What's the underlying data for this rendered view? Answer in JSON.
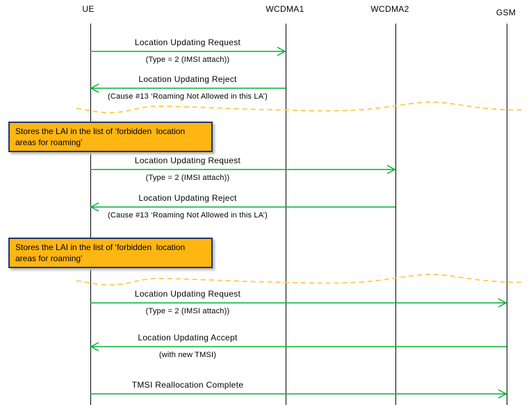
{
  "diagram": {
    "participants": [
      {
        "id": "UE",
        "label": "UE"
      },
      {
        "id": "WCDMA1",
        "label": "WCDMA1"
      },
      {
        "id": "WCDMA2",
        "label": "WCDMA2"
      },
      {
        "id": "GSM",
        "label": "GSM"
      }
    ],
    "events": [
      {
        "type": "message",
        "from": "UE",
        "to": "WCDMA1",
        "label": "Location Updating Request",
        "sublabel": "(Type = 2 (IMSI attach))"
      },
      {
        "type": "message",
        "from": "WCDMA1",
        "to": "UE",
        "label": "Location Updating Reject",
        "sublabel": "(Cause #13 ‘Roaming Not Allowed in this LA’)"
      },
      {
        "type": "separator"
      },
      {
        "type": "note",
        "text": "Stores the LAI in the list of ‘forbidden  location\nareas for roaming’"
      },
      {
        "type": "message",
        "from": "UE",
        "to": "WCDMA2",
        "label": "Location Updating Request",
        "sublabel": "(Type = 2 (IMSI attach))"
      },
      {
        "type": "message",
        "from": "WCDMA2",
        "to": "UE",
        "label": "Location Updating Reject",
        "sublabel": "(Cause #13 ‘Roaming Not Allowed in this LA’)"
      },
      {
        "type": "note",
        "text": "Stores the LAI in the list of ‘forbidden  location\nareas for roaming’"
      },
      {
        "type": "separator"
      },
      {
        "type": "message",
        "from": "UE",
        "to": "GSM",
        "label": "Location Updating Request",
        "sublabel": "(Type = 2 (IMSI attach))"
      },
      {
        "type": "message",
        "from": "GSM",
        "to": "UE",
        "label": "Location Updating Accept",
        "sublabel": "(with new TMSI)"
      },
      {
        "type": "message",
        "from": "UE",
        "to": "GSM",
        "label": "TMSI Reallocation  Complete"
      }
    ],
    "colors": {
      "arrow": "#00B132",
      "separator": "#FFC846",
      "note_fill": "#FFB612",
      "note_border": "#1F3864",
      "lifeline": "#000000",
      "text": "#000000"
    }
  }
}
